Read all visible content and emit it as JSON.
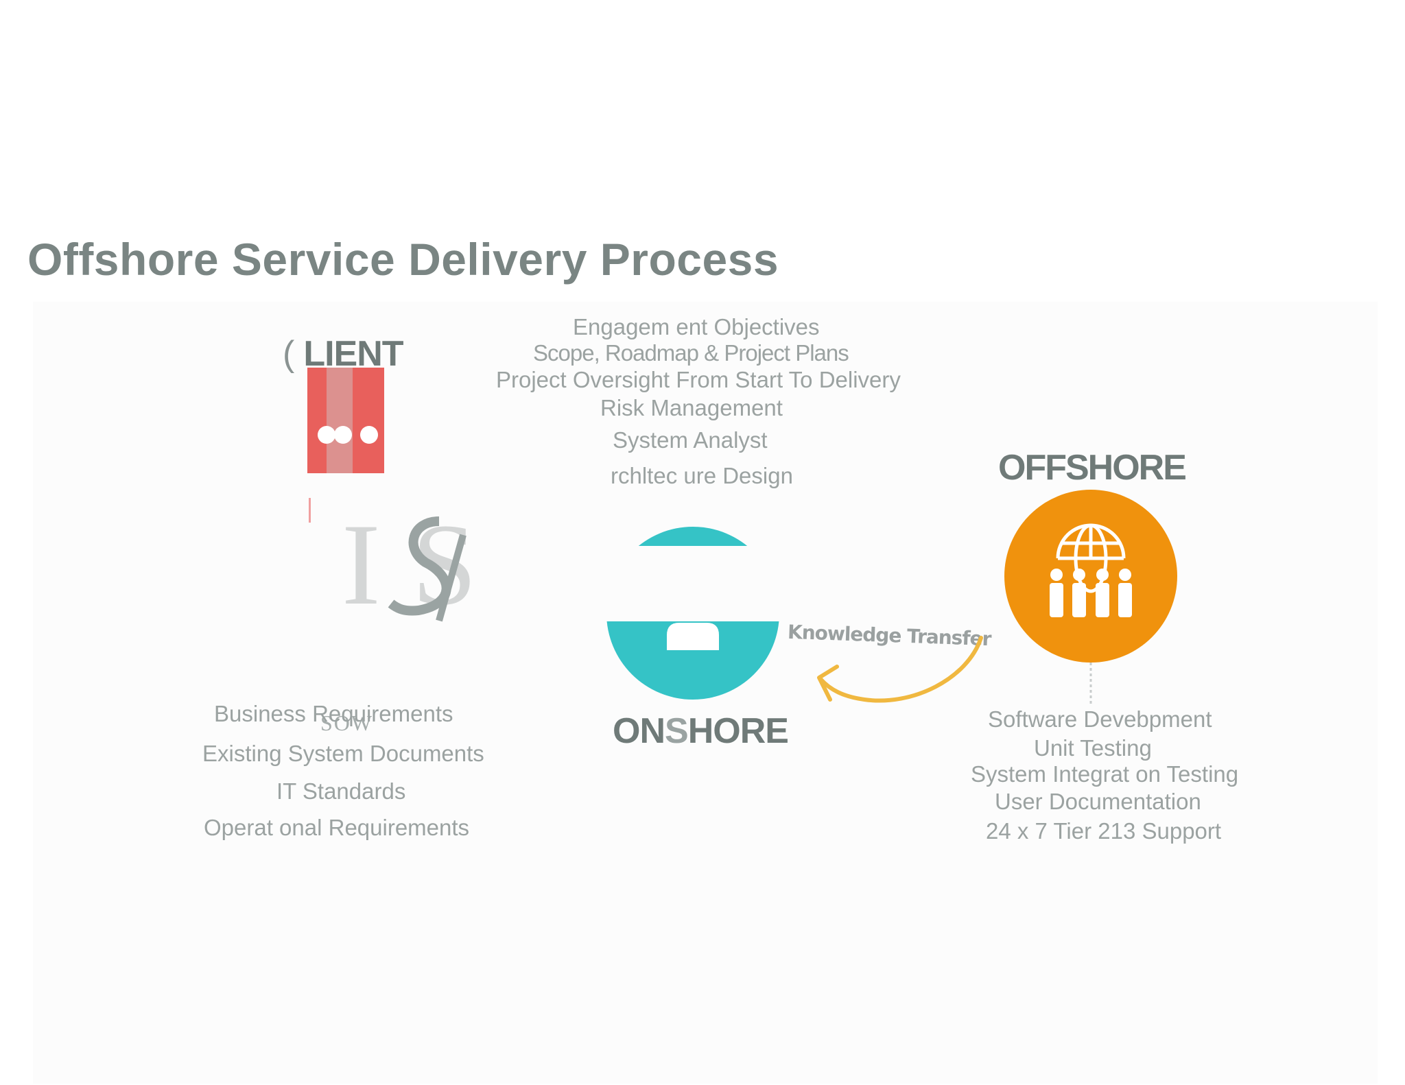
{
  "title": "Offshore Service Delivery Process",
  "client": {
    "heading_paren": "(",
    "heading_text": "LIENT",
    "sow_label": "SOW",
    "items": [
      "Business Requirements",
      "Existing System Documents",
      "IT Standards",
      "Operat onal Requirements"
    ]
  },
  "onshore": {
    "heading_a": "ON",
    "heading_b": "S",
    "heading_c": "HORE",
    "items": [
      "Engagem ent Objectives",
      "Scope, Roadmap & Project Plans",
      "Project Oversight From Start To Delivery",
      "Risk Management",
      "System Analyst",
      "rchltec ure Design"
    ]
  },
  "offshore": {
    "heading": "OFFSHORE",
    "items": [
      "Software Devebpment",
      "Unit Testing",
      "System Integrat on Testing",
      "User Documentation",
      "24 x 7 Tier 213 Support"
    ]
  },
  "knowledge_transfer_label": "Knowledge Transfer",
  "logo_letters": "IS",
  "colors": {
    "title": "#7a8583",
    "client_red": "#e8605c",
    "onshore_teal": "#35c3c6",
    "offshore_orange": "#f0920d",
    "arrow_gold": "#f0b840",
    "list_text": "#9ba2a1"
  },
  "icons": {
    "client": "building-icon",
    "onshore": "person-icon",
    "offshore": "global-team-icon",
    "transfer": "curved-arrow-icon"
  }
}
